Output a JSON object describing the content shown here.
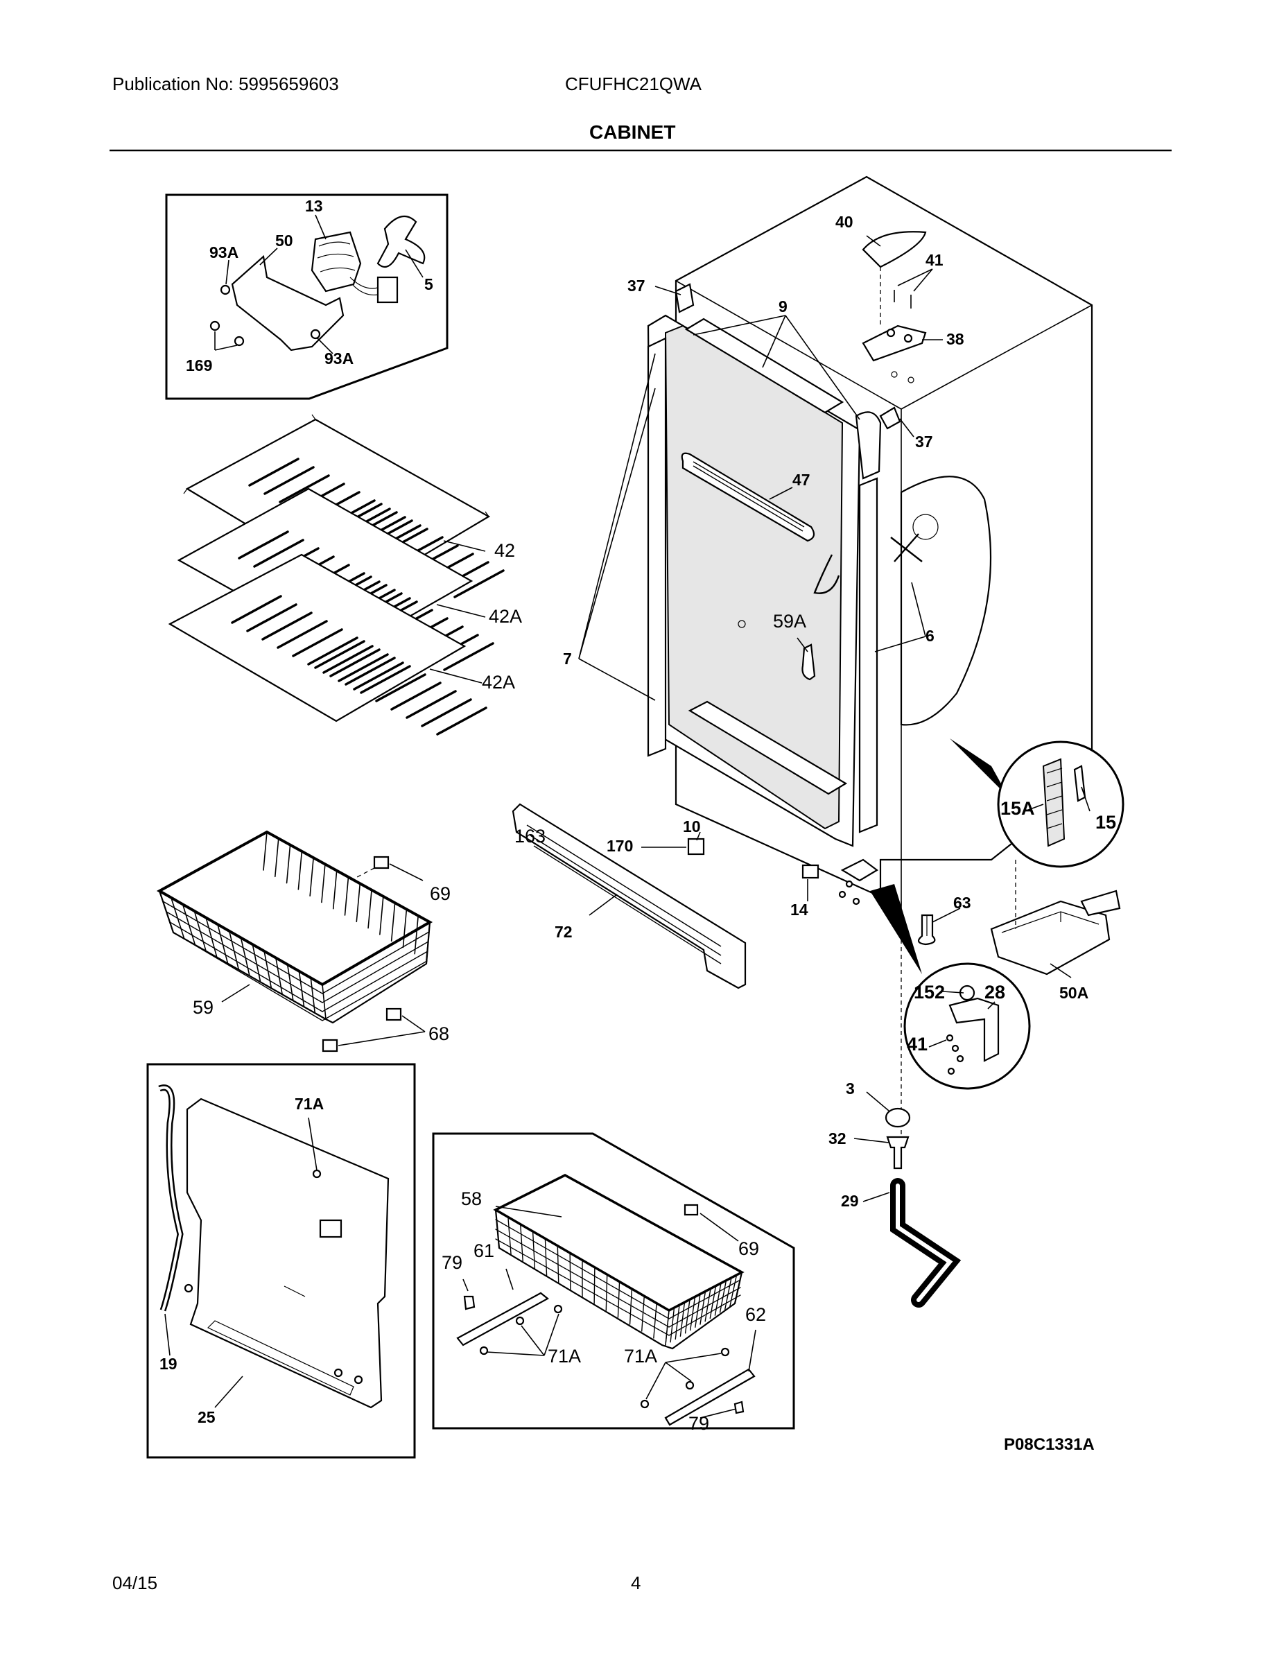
{
  "header": {
    "publication": "Publication No: 5995659603",
    "model": "CFUFHC21QWA",
    "section_title": "CABINET"
  },
  "footer": {
    "date": "04/15",
    "page_number": "4",
    "diagram_code": "P08C1331A"
  },
  "callouts": {
    "fan_box": {
      "c13": "13",
      "c93a_top": "93A",
      "c50": "50",
      "c5": "5",
      "c169": "169",
      "c93a_bottom": "93A"
    },
    "cabinet": {
      "c40": "40",
      "c41": "41",
      "c37_top": "37",
      "c9": "9",
      "c38": "38",
      "c37_right": "37",
      "c47": "47",
      "c59a": "59A",
      "c7": "7",
      "c6": "6",
      "c10": "10",
      "c170": "170",
      "c163": "163",
      "c72": "72",
      "c14": "14",
      "c15a": "15A",
      "c15": "15",
      "c63": "63",
      "c50a": "50A",
      "c152": "152",
      "c28": "28",
      "c41_hinge": "41",
      "c3": "3",
      "c32": "32",
      "c29": "29"
    },
    "shelves": {
      "c42": "42",
      "c42a_1": "42A",
      "c42a_2": "42A"
    },
    "basket": {
      "c69": "69",
      "c59": "59",
      "c68": "68"
    },
    "panel_box": {
      "c71a": "71A",
      "c19": "19",
      "c25": "25"
    },
    "small_basket_box": {
      "c58": "58",
      "c69": "69",
      "c79_left": "79",
      "c61": "61",
      "c71a_left": "71A",
      "c71a_right": "71A",
      "c62": "62",
      "c79_right": "79"
    }
  }
}
